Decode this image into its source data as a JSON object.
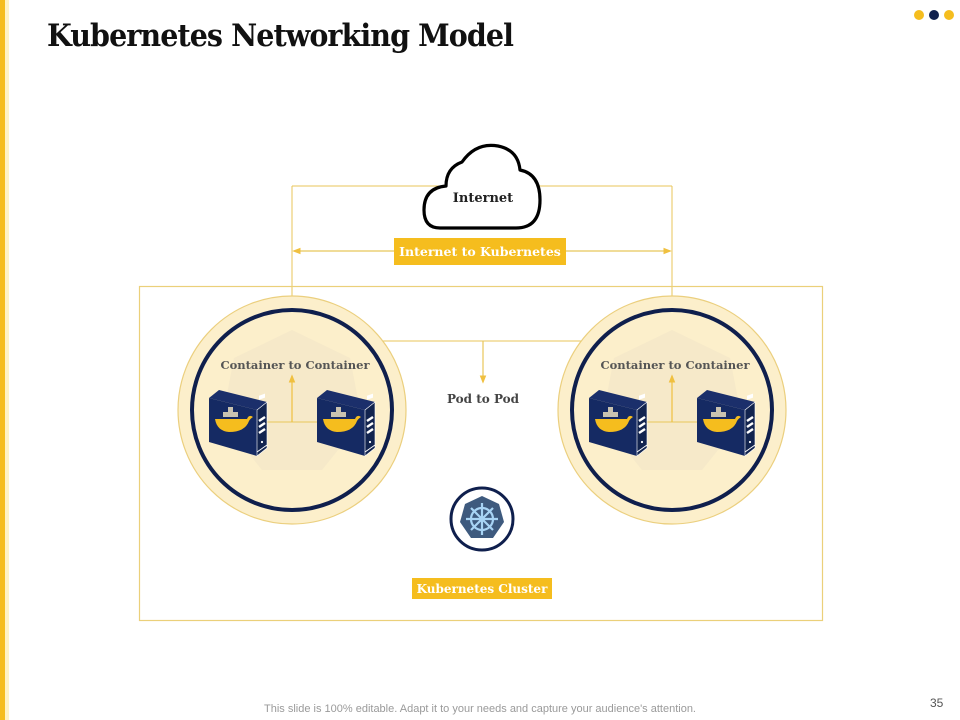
{
  "slide": {
    "title": "Kubernetes Networking Model",
    "page_number": "35",
    "footer_note": "This slide is 100% editable. Adapt it to your needs and capture your audience's attention."
  },
  "colors": {
    "accent_yellow": "#F5BD1E",
    "navy": "#0F1F4D",
    "light_cream": "#FBEFD0",
    "line_yellow": "#E8C65A",
    "k8s_badge": "#3E5A7E",
    "k8s_wheel": "#A8D4F5"
  },
  "decor": {
    "dots": [
      "#F5BD1E",
      "#0F1F4D",
      "#F5BD1E"
    ]
  },
  "diagram": {
    "internet": {
      "label": "Internet",
      "icon": "cloud-icon"
    },
    "internet_to_k8s": {
      "label": "Internet to Kubernetes"
    },
    "pod_to_pod": {
      "label": "Pod to Pod"
    },
    "cluster": {
      "label": "Kubernetes Cluster",
      "icon": "kubernetes-helm-icon"
    },
    "pods": [
      {
        "label": "Container  to Container",
        "containers": [
          "docker-server-icon",
          "docker-server-icon"
        ]
      },
      {
        "label": "Container  to Container",
        "containers": [
          "docker-server-icon",
          "docker-server-icon"
        ]
      }
    ]
  }
}
